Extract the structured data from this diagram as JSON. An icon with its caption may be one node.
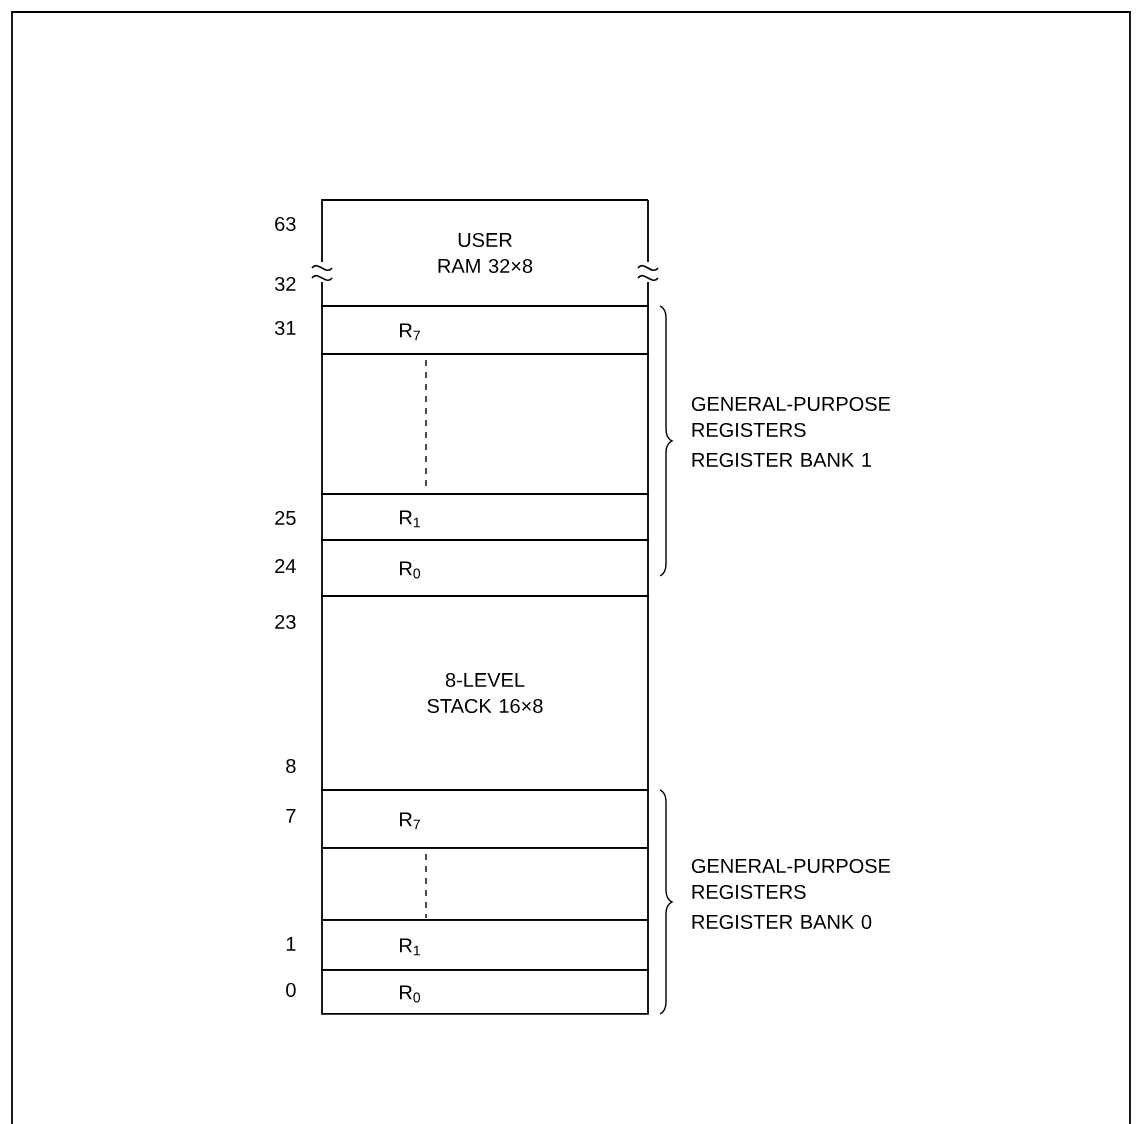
{
  "diagram": {
    "nodes": [
      {
        "text": [
          "USER RAM 32×8"
        ]
      },
      {
        "text": [
          "R$_{7}$"
        ]
      },
      {
        "text": [],
        "shape": "box"
      },
      {
        "text": [
          "R$_{1}$"
        ]
      },
      {
        "text": [
          "R$_{0}$"
        ]
      },
      {
        "text": [
          "8-LEVEL STACK 16×8"
        ]
      },
      {
        "text": [
          "R$_{7}$"
        ]
      },
      {
        "text": [],
        "shape": "box"
      },
      {
        "text": [
          "R$_{1}$"
        ]
      },
      {
        "text": [
          "R$_{0}$"
        ]
      }
    ],
    "edges": [],
    "labels": [
      "63",
      "32",
      "31",
      "GENERAL-PURPOSE REGISTERS",
      "REGISTER BANK 1",
      "25",
      "24",
      "23",
      "8",
      "7",
      "GENERAL-PURPOSE REGISTERS",
      "REGISTER BANK 0",
      "1",
      "0"
    ]
  }
}
